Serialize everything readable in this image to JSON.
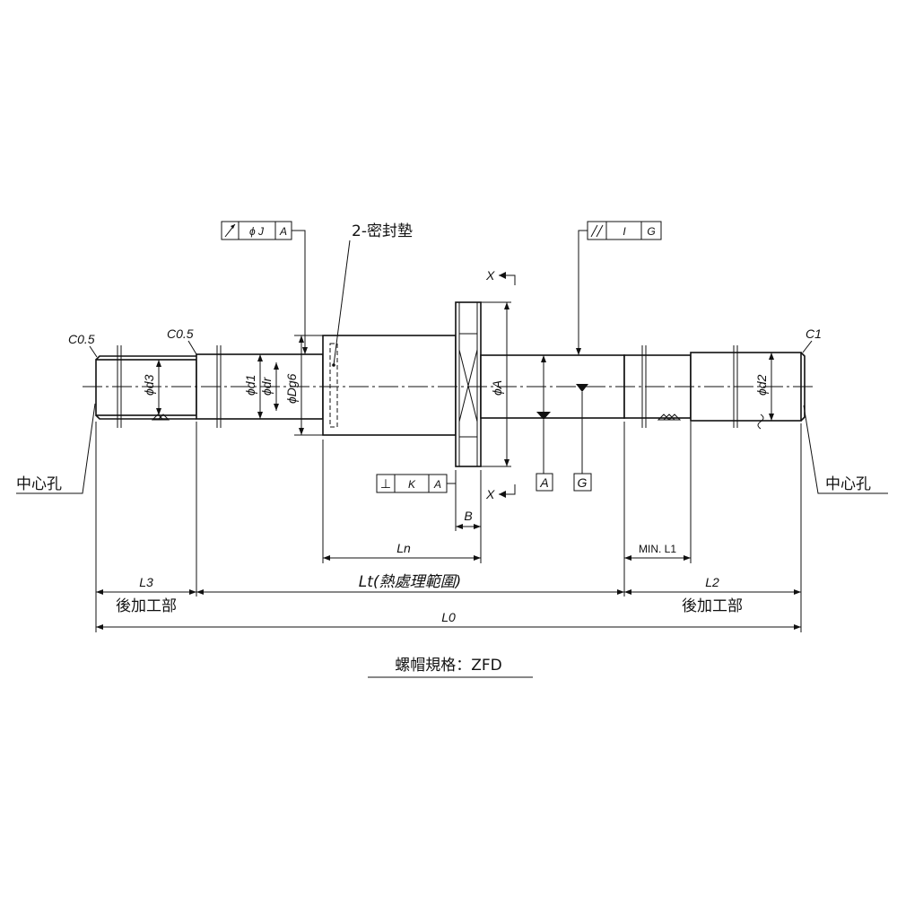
{
  "labels": {
    "seal": "2-密封墊",
    "x_top": "X",
    "x_bottom": "X",
    "chamfer_left": "C0.5",
    "chamfer_mid": "C0.5",
    "chamfer_right": "C1",
    "center_hole_left": "中心孔",
    "center_hole_right": "中心孔",
    "phi_d3": "ϕd3",
    "phi_d1": "ϕd1",
    "phi_dr": "ϕdr",
    "phi_Dg6": "ϕDg6",
    "phi_A": "ϕA",
    "phi_d2": "ϕd2",
    "datum_A": "A",
    "datum_G": "G",
    "dim_B": "B",
    "dim_Ln": "Ln",
    "dim_L1": "MIN. L1",
    "dim_L3": "L3",
    "dim_L2": "L2",
    "dim_L0": "L0",
    "dim_Lt": "Lt(熱處理範圍)",
    "post_left": "後加工部",
    "post_right": "後加工部",
    "spec": "螺帽規格：ZFD"
  },
  "tolerance_frames": {
    "runout": {
      "symbol": "runout-arrow",
      "value": "ϕ J",
      "datum": "A"
    },
    "perpendicularity": {
      "symbol": "⊥",
      "value": "K",
      "datum": "A"
    },
    "total_runout": {
      "symbol": "total-runout-arrow",
      "value": "I",
      "datum": "G"
    }
  }
}
